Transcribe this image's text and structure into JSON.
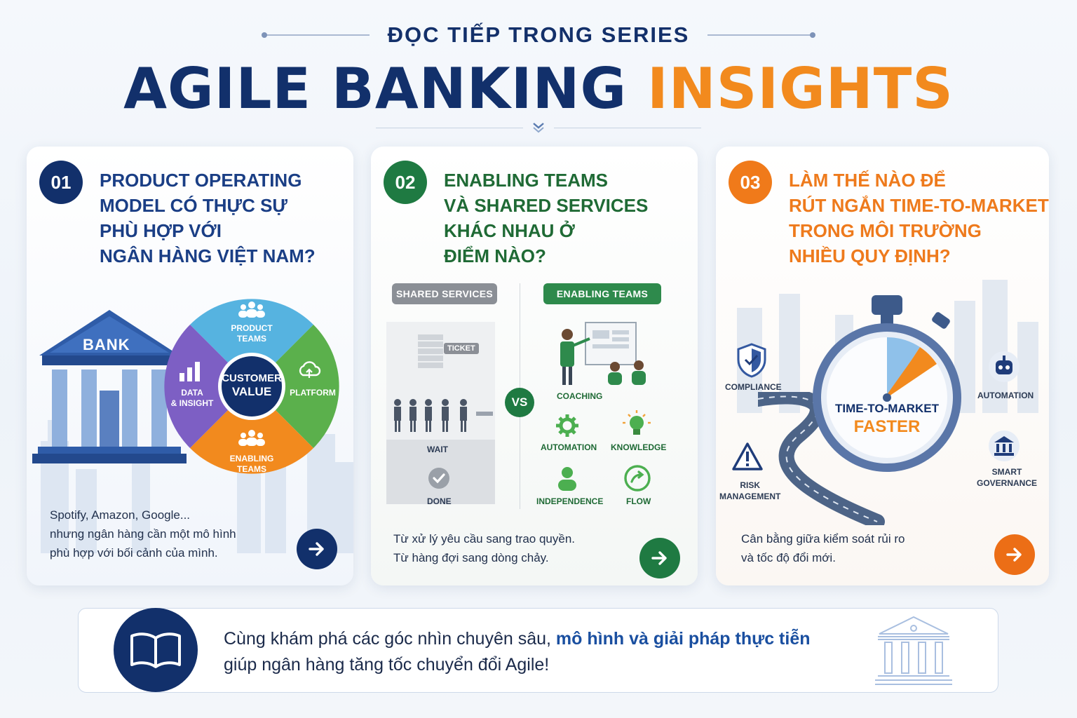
{
  "header": {
    "kicker": "ĐỌC TIẾP TRONG SERIES",
    "title_part1": "AGILE BANKING",
    "title_part2": "INSIGHTS"
  },
  "colors": {
    "navy": "#12306b",
    "orange": "#f28a1e",
    "green": "#1f7a42",
    "blue_accent": "#1a4fa0"
  },
  "cards": [
    {
      "number": "01",
      "title_lines": [
        "PRODUCT OPERATING",
        "MODEL CÓ THỰC SỰ",
        "PHÙ HỢP VỚI",
        "NGÂN HÀNG VIỆT NAM?"
      ],
      "illustration": {
        "bank_label": "BANK",
        "center_line1": "CUSTOMER",
        "center_line2": "VALUE",
        "segments": {
          "product_teams": [
            "PRODUCT",
            "TEAMS"
          ],
          "platform": "PLATFORM",
          "enabling_teams": [
            "ENABLING",
            "TEAMS"
          ],
          "data_insight": [
            "DATA",
            "& INSIGHT"
          ]
        }
      },
      "desc_lines": [
        "Spotify, Amazon, Google...",
        "nhưng ngân hàng cần một mô hình",
        "phù hợp với bối cảnh của mình."
      ],
      "icon": "arrow-right-icon"
    },
    {
      "number": "02",
      "title_lines": [
        "ENABLING TEAMS",
        "VÀ SHARED SERVICES",
        "KHÁC NHAU Ở",
        "ĐIỂM NÀO?"
      ],
      "illustration": {
        "left_pill": "SHARED SERVICES",
        "right_pill": "ENABLING TEAMS",
        "ticket": "TICKET",
        "wait": "WAIT",
        "done": "DONE",
        "vs": "VS",
        "coaching": "COACHING",
        "automation": "AUTOMATION",
        "knowledge": "KNOWLEDGE",
        "independence": "INDEPENDENCE",
        "flow": "FLOW"
      },
      "desc_lines": [
        "Từ xử lý yêu cầu sang trao quyền.",
        "Từ hàng đợi sang dòng chảy."
      ],
      "icon": "arrow-right-icon"
    },
    {
      "number": "03",
      "title_lines": [
        "LÀM THẾ NÀO ĐỂ",
        "RÚT NGẮN TIME-TO-MARKET",
        "TRONG MÔI TRƯỜNG",
        "NHIỀU QUY ĐỊNH?"
      ],
      "illustration": {
        "compliance": "COMPLIANCE",
        "risk": [
          "RISK",
          "MANAGEMENT"
        ],
        "automation": "AUTOMATION",
        "smart": [
          "SMART",
          "GOVERNANCE"
        ],
        "ttm": "TIME-TO-MARKET",
        "faster": "FASTER"
      },
      "desc_lines": [
        "Cân bằng giữa kiểm soát rủi ro",
        "và tốc độ đổi mới."
      ],
      "icon": "arrow-right-icon"
    }
  ],
  "banner": {
    "line1_plain": "Cùng khám phá các góc nhìn chuyên sâu, ",
    "line1_bold": "mô hình và giải pháp thực tiễn",
    "line2": "giúp ngân hàng tăng tốc chuyển đổi Agile!",
    "icon": "open-book-icon",
    "deco_icon": "bank-building-icon"
  }
}
